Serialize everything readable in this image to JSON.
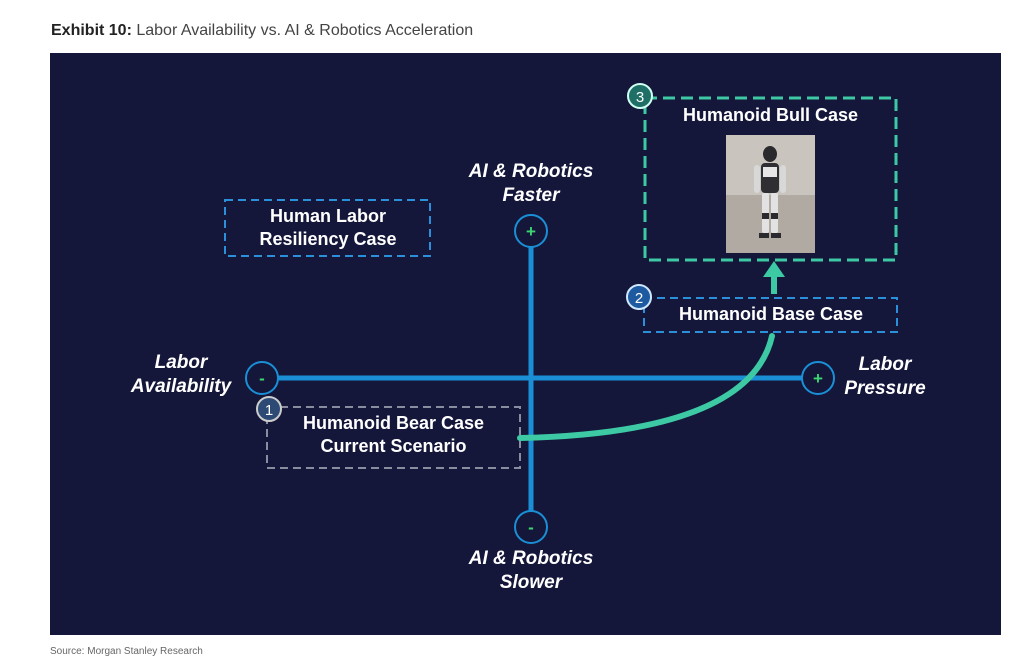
{
  "header": {
    "label": "Exhibit 10:",
    "title": "Labor Availability vs. AI & Robotics Acceleration"
  },
  "axes": {
    "top_line1": "AI & Robotics",
    "top_line2": "Faster",
    "bottom_line1": "AI & Robotics",
    "bottom_line2": "Slower",
    "left_line1": "Labor",
    "left_line2": "Availability",
    "right_line1": "Labor",
    "right_line2": "Pressure",
    "plus_symbol": "+",
    "minus_symbol": "-"
  },
  "boxes": {
    "resiliency": {
      "line1": "Human Labor",
      "line2": "Resiliency Case"
    },
    "bear": {
      "number": "1",
      "line1": "Humanoid Bear Case",
      "line2": "Current Scenario"
    },
    "base": {
      "number": "2",
      "line1": "Humanoid Base Case"
    },
    "bull": {
      "number": "3",
      "line1": "Humanoid Bull Case"
    }
  },
  "source": "Source: Morgan Stanley Research",
  "colors": {
    "background": "#14163a",
    "axis": "#1a8fd6",
    "teal": "#3cc9a4",
    "plus_green": "#3cd670",
    "light_blue_dash": "#2b8fd9",
    "gray_dash": "#8a8da0"
  }
}
